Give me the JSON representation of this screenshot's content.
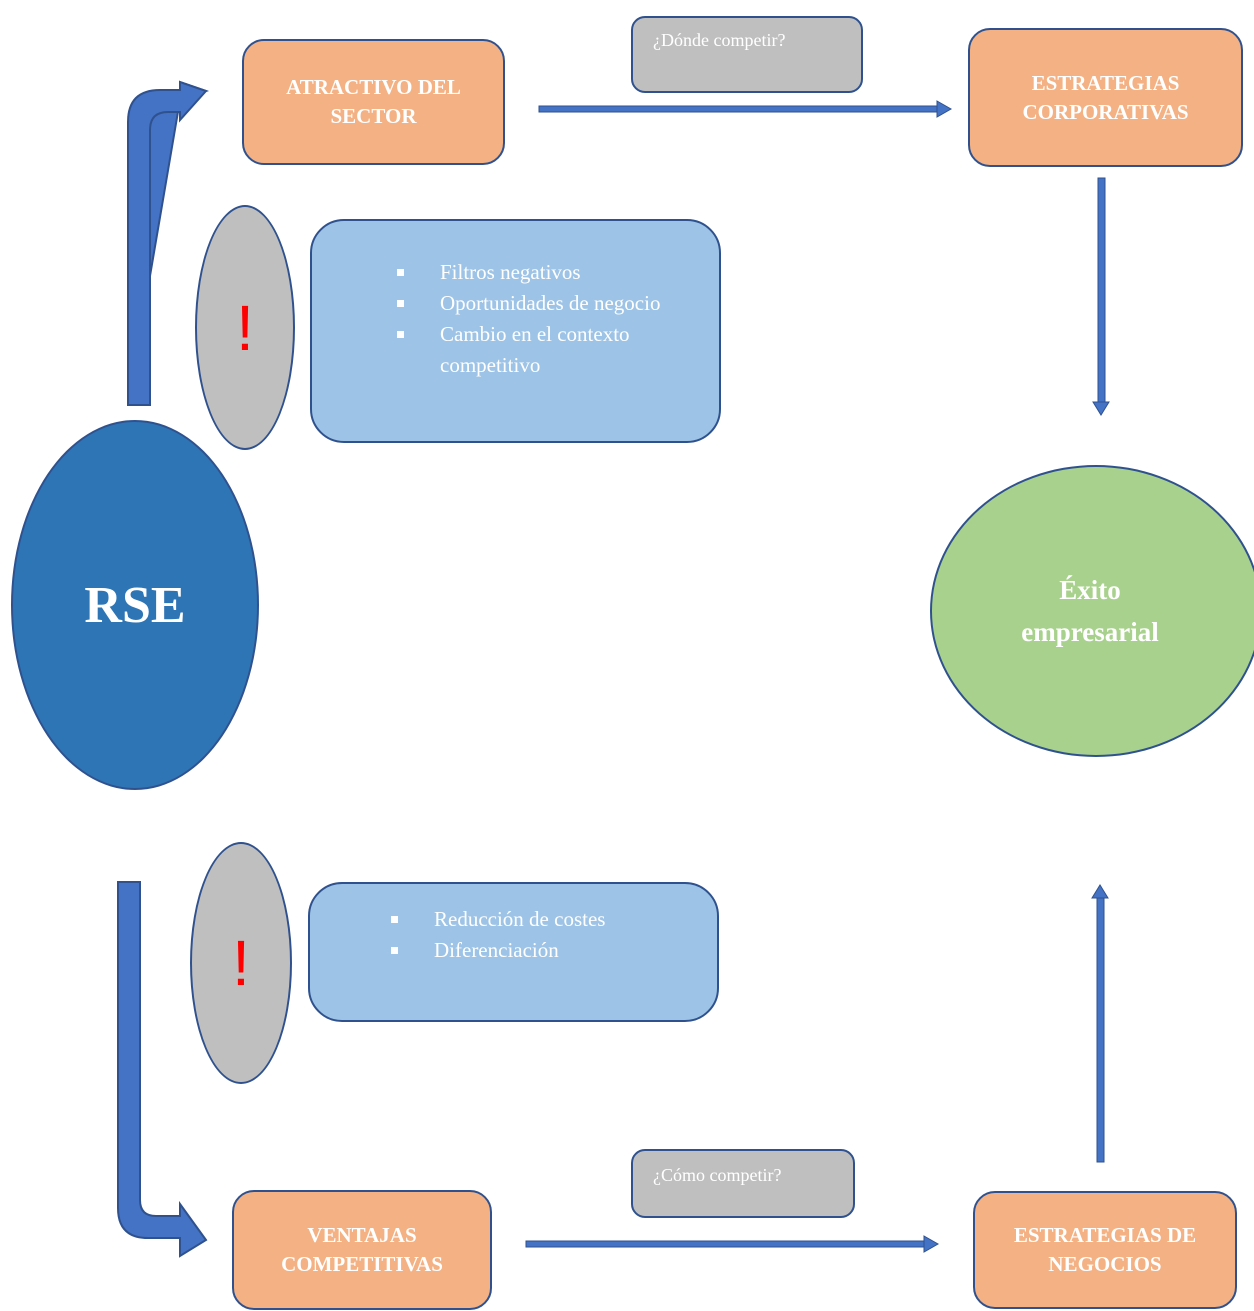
{
  "colors": {
    "accent_blue": "#2e75b6",
    "line_blue": "#2f528f",
    "orange": "#f4b183",
    "light_blue": "#9dc3e6",
    "grey": "#bfbfbf",
    "green": "#a9d18e",
    "warning_red": "#ff0000"
  },
  "nodes": {
    "atractivo": "ATRACTIVO DEL SECTOR",
    "corporativas": "ESTRATEGIAS CORPORATIVAS",
    "ventajas": "VENTAJAS COMPETITIVAS",
    "negocios": "ESTRATEGIAS DE NEGOCIOS",
    "rse": "RSE",
    "exito": "Éxito empresarial"
  },
  "questions": {
    "donde": "¿Dónde competir?",
    "como": "¿Cómo competir?"
  },
  "warnings": {
    "top": "!",
    "bottom": "!"
  },
  "top_list": [
    "Filtros negativos",
    "Oportunidades de negocio",
    "Cambio en el contexto competitivo"
  ],
  "bottom_list": [
    "Reducción de costes",
    "Diferenciación"
  ]
}
